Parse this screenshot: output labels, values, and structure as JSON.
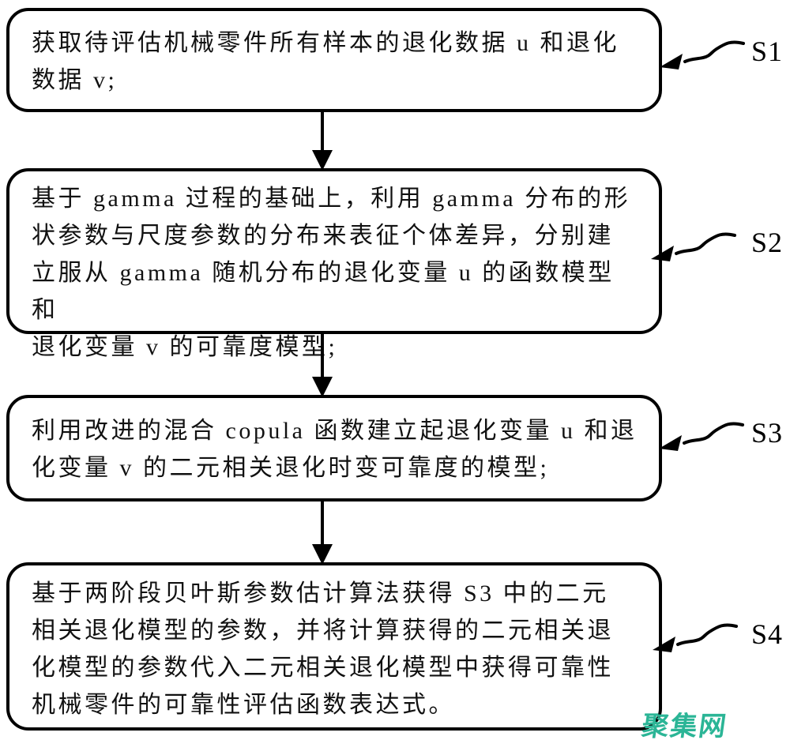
{
  "figure": {
    "type": "flowchart",
    "background_color": "#ffffff",
    "line_color": "#000000"
  },
  "flowchart": {
    "steps": [
      {
        "label": "S1",
        "lines": [
          "获取待评估机械零件所有样本的退化数据 u 和退化",
          "数据 v;"
        ]
      },
      {
        "label": "S2",
        "lines": [
          "基于 gamma 过程的基础上，利用 gamma 分布的形",
          "状参数与尺度参数的分布来表征个体差异，分别建",
          "立服从 gamma 随机分布的退化变量 u 的函数模型和",
          "退化变量 v 的可靠度模型;"
        ]
      },
      {
        "label": "S3",
        "lines": [
          "利用改进的混合 copula 函数建立起退化变量 u 和退",
          "化变量 v 的二元相关退化时变可靠度的模型;"
        ]
      },
      {
        "label": "S4",
        "lines": [
          "基于两阶段贝叶斯参数估计算法获得 S3 中的二元",
          "相关退化模型的参数，并将计算获得的二元相关退",
          "化模型的参数代入二元相关退化模型中获得可靠性",
          "机械零件的可靠性评估函数表达式。"
        ]
      }
    ]
  },
  "watermark": {
    "text": "聚集网",
    "color": "#2bb596"
  }
}
